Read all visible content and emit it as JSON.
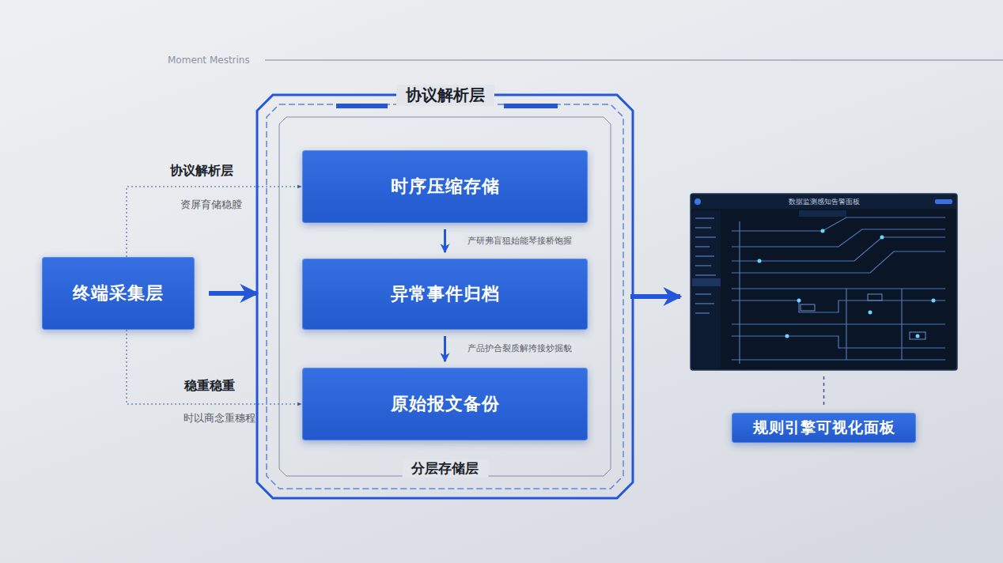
{
  "diagram": {
    "nodes": [
      {
        "text": [
          "终端采集层"
        ]
      },
      {
        "text": [
          "协议解析层",
          "分层存储层"
        ]
      },
      {
        "text": [
          "时序压缩存储"
        ],
        "in": 1
      },
      {
        "text": [
          "异常事件归档"
        ],
        "in": 1
      },
      {
        "text": [
          "原始报文备份"
        ],
        "in": 1
      },
      {
        "text": [
          "数据监测感知告警面板"
        ]
      },
      {
        "text": [
          "规则引擎可视化面板"
        ]
      }
    ],
    "edges": [
      {
        "from": 0,
        "to": 1,
        "arrow": "to"
      },
      {
        "from": 0,
        "to": 2,
        "arrow": "to",
        "label": "协议解析层"
      },
      {
        "from": 0,
        "to": 4,
        "arrow": "to",
        "label": "稳重稳重"
      },
      {
        "from": 2,
        "to": 3,
        "arrow": "to",
        "label": "产研弗盲狙始能琴接桥饱握"
      },
      {
        "from": 3,
        "to": 4,
        "arrow": "to",
        "label": "产品护合裂质解挎接炒掘貌"
      },
      {
        "from": 1,
        "to": 5,
        "arrow": "to"
      },
      {
        "from": 5,
        "to": 6,
        "arrow": "none"
      }
    ],
    "labels": [
      "Moment Mestrins",
      "资屏育储稳膛",
      "时以商念重穗程"
    ]
  }
}
